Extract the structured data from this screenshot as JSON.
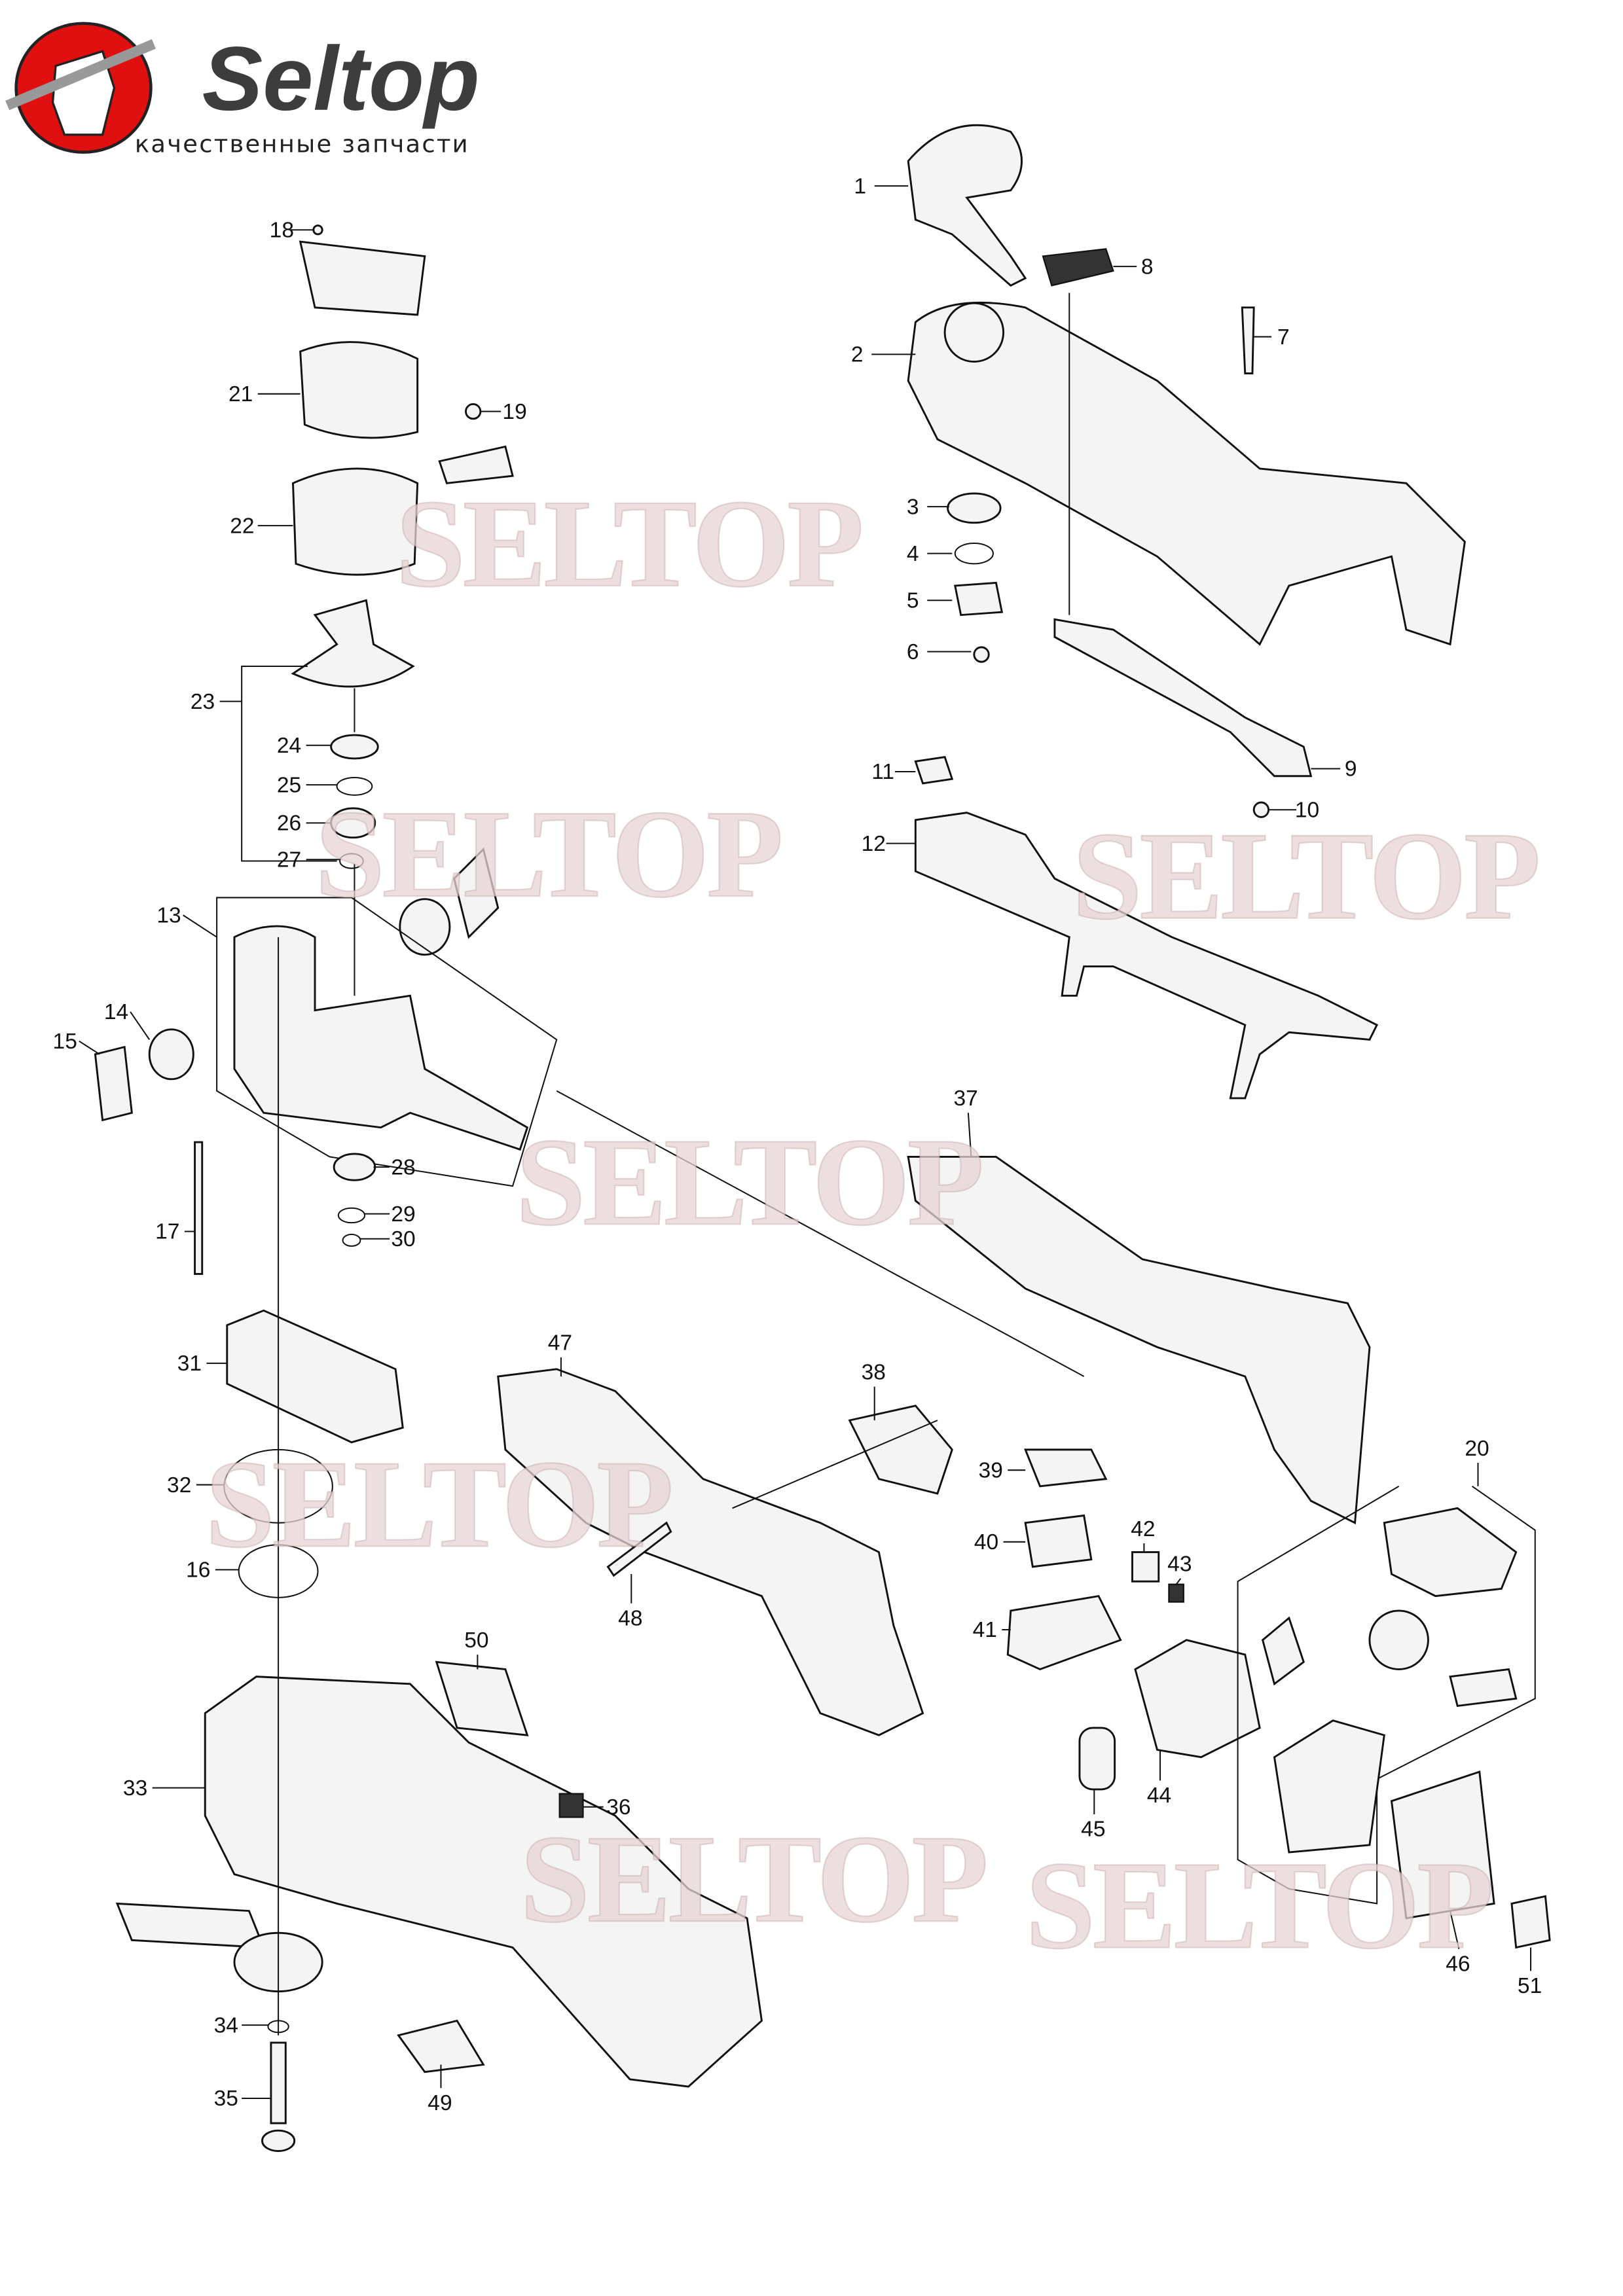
{
  "logo": {
    "brand": "Seltop",
    "slogan": "качественные запчасти",
    "accent_color": "#e01010"
  },
  "watermark": "SELTOP",
  "part_numbers": [
    "1",
    "2",
    "3",
    "4",
    "5",
    "6",
    "7",
    "8",
    "9",
    "10",
    "11",
    "12",
    "13",
    "14",
    "15",
    "16",
    "17",
    "18",
    "19",
    "20",
    "21",
    "22",
    "23",
    "24",
    "25",
    "26",
    "27",
    "28",
    "29",
    "30",
    "31",
    "32",
    "33",
    "34",
    "35",
    "36",
    "37",
    "38",
    "39",
    "40",
    "41",
    "42",
    "43",
    "44",
    "45",
    "46",
    "47",
    "48",
    "49",
    "50",
    "51"
  ]
}
